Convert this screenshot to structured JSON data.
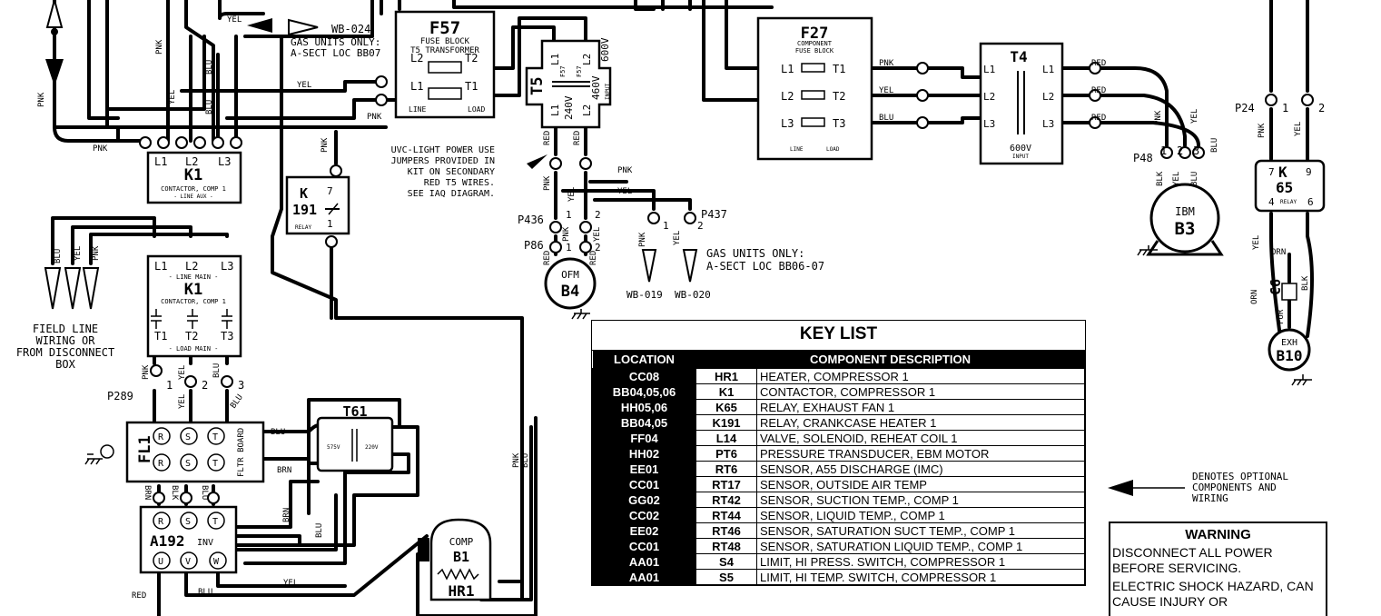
{
  "components": {
    "f57": {
      "id": "F57",
      "line1": "FUSE BLOCK",
      "line2": "T5 TRANSFORMER",
      "l2": "L2",
      "t2": "T2",
      "l1": "L1",
      "t1": "T1",
      "line": "LINE",
      "load": "LOAD"
    },
    "f27": {
      "id": "F27",
      "line1": "COMPONENT",
      "line2": "FUSE BLOCK",
      "l1": "L1",
      "l2": "L2",
      "l3": "L3",
      "t1": "T1",
      "t2": "T2",
      "t3": "T3",
      "line": "LINE",
      "load": "LOAD"
    },
    "t5": {
      "id": "T5",
      "l1": "L1",
      "l2": "L2",
      "v240": "240V",
      "v460": "460V",
      "v600": "600V",
      "input": "INPUT",
      "f57a": "F57",
      "f57b": "F57"
    },
    "t4": {
      "id": "T4",
      "l1": "L1",
      "l2": "L2",
      "l3": "L3",
      "v600": "600V",
      "input": "INPUT"
    },
    "k1_top": {
      "id": "K1",
      "l1": "L1",
      "l2": "L2",
      "l3": "L3",
      "desc": "CONTACTOR, COMP 1",
      "sub": "- LINE AUX -"
    },
    "k1_main": {
      "id": "K1",
      "l1": "L1",
      "l2": "L2",
      "l3": "L3",
      "t1": "T1",
      "t2": "T2",
      "t3": "T3",
      "top": "- LINE MAIN -",
      "desc": "CONTACTOR, COMP 1",
      "bottom": "- LOAD MAIN -"
    },
    "k191": {
      "k": "K",
      "id": "191",
      "p7": "7",
      "p1": "1",
      "desc": "RELAY"
    },
    "k65": {
      "k": "K",
      "id": "65",
      "p7": "7",
      "p9": "9",
      "p4": "4",
      "p6": "6",
      "desc": "RELAY"
    },
    "t61": {
      "id": "T61",
      "v575": "575V",
      "v220": "220V"
    },
    "fl1": {
      "id": "FL1",
      "r": "R",
      "s": "S",
      "t": "T",
      "board": "FLTR BOARD"
    },
    "a192": {
      "id": "A192",
      "inv": "INV",
      "r": "R",
      "s": "S",
      "t": "T",
      "u": "U",
      "v": "V",
      "w": "W"
    },
    "b1": {
      "comp": "COMP",
      "id": "B1",
      "hr": "HR1"
    },
    "b4": {
      "name": "OFM",
      "id": "B4"
    },
    "b3": {
      "name": "IBM",
      "id": "B3"
    },
    "b10": {
      "name": "EXH",
      "id": "B10"
    },
    "c6": {
      "id": "C6"
    }
  },
  "labels": {
    "wb024": "WB-024",
    "gas1": "GAS UNITS ONLY:",
    "loc1": "A-SECT LOC BB07",
    "uvc": [
      "UVC-LIGHT POWER USE",
      "JUMPERS PROVIDED IN",
      "KIT ON SECONDARY",
      "RED T5 WIRES.",
      "SEE IAQ DIAGRAM."
    ],
    "gas2": "GAS UNITS ONLY:",
    "loc2": "A-SECT LOC BB06-07",
    "wb019": "WB-019",
    "wb020": "WB-020",
    "field": [
      "FIELD LINE",
      "WIRING OR",
      "FROM DISCONNECT",
      "BOX"
    ],
    "p436": "P436",
    "p86": "P86",
    "p437": "P437",
    "p289": "P289",
    "p48": "P48",
    "p24": "P24",
    "n1": "1",
    "n2": "2",
    "n3": "3"
  },
  "wire_colors": {
    "pnk": "PNK",
    "yel": "YEL",
    "blu": "BLU",
    "red": "RED",
    "blk": "BLK",
    "brn": "BRN",
    "orn": "ORN",
    "pur": "PUR"
  },
  "key_list": {
    "title": "KEY LIST",
    "headers": [
      "LOCATION",
      "COMPONENT DESCRIPTION"
    ],
    "rows": [
      {
        "loc": "CC08",
        "ref": "HR1",
        "desc": "HEATER, COMPRESSOR 1"
      },
      {
        "loc": "BB04,05,06",
        "ref": "K1",
        "desc": "CONTACTOR, COMPRESSOR 1"
      },
      {
        "loc": "HH05,06",
        "ref": "K65",
        "desc": "RELAY, EXHAUST FAN 1"
      },
      {
        "loc": "BB04,05",
        "ref": "K191",
        "desc": "RELAY, CRANKCASE HEATER 1"
      },
      {
        "loc": "FF04",
        "ref": "L14",
        "desc": "VALVE, SOLENOID, REHEAT COIL 1"
      },
      {
        "loc": "HH02",
        "ref": "PT6",
        "desc": "PRESSURE TRANSDUCER, EBM MOTOR"
      },
      {
        "loc": "EE01",
        "ref": "RT6",
        "desc": "SENSOR, A55 DISCHARGE (IMC)"
      },
      {
        "loc": "CC01",
        "ref": "RT17",
        "desc": "SENSOR, OUTSIDE AIR TEMP"
      },
      {
        "loc": "GG02",
        "ref": "RT42",
        "desc": "SENSOR, SUCTION TEMP., COMP 1"
      },
      {
        "loc": "CC02",
        "ref": "RT44",
        "desc": "SENSOR, LIQUID TEMP., COMP 1"
      },
      {
        "loc": "EE02",
        "ref": "RT46",
        "desc": "SENSOR, SATURATION SUCT TEMP., COMP 1"
      },
      {
        "loc": "CC01",
        "ref": "RT48",
        "desc": "SENSOR, SATURATION LIQUID TEMP., COMP 1"
      },
      {
        "loc": "AA01",
        "ref": "S4",
        "desc": "LIMIT, HI PRESS. SWITCH, COMPRESSOR 1"
      },
      {
        "loc": "AA01",
        "ref": "S5",
        "desc": "LIMIT, HI TEMP. SWITCH, COMPRESSOR 1"
      }
    ]
  },
  "optional_note": [
    "DENOTES OPTIONAL",
    "COMPONENTS AND",
    "WIRING"
  ],
  "warning": {
    "title": "WARNING",
    "line1": "DISCONNECT ALL POWER BEFORE SERVICING.",
    "line2": "ELECTRIC SHOCK HAZARD, CAN CAUSE INJURY OR"
  }
}
